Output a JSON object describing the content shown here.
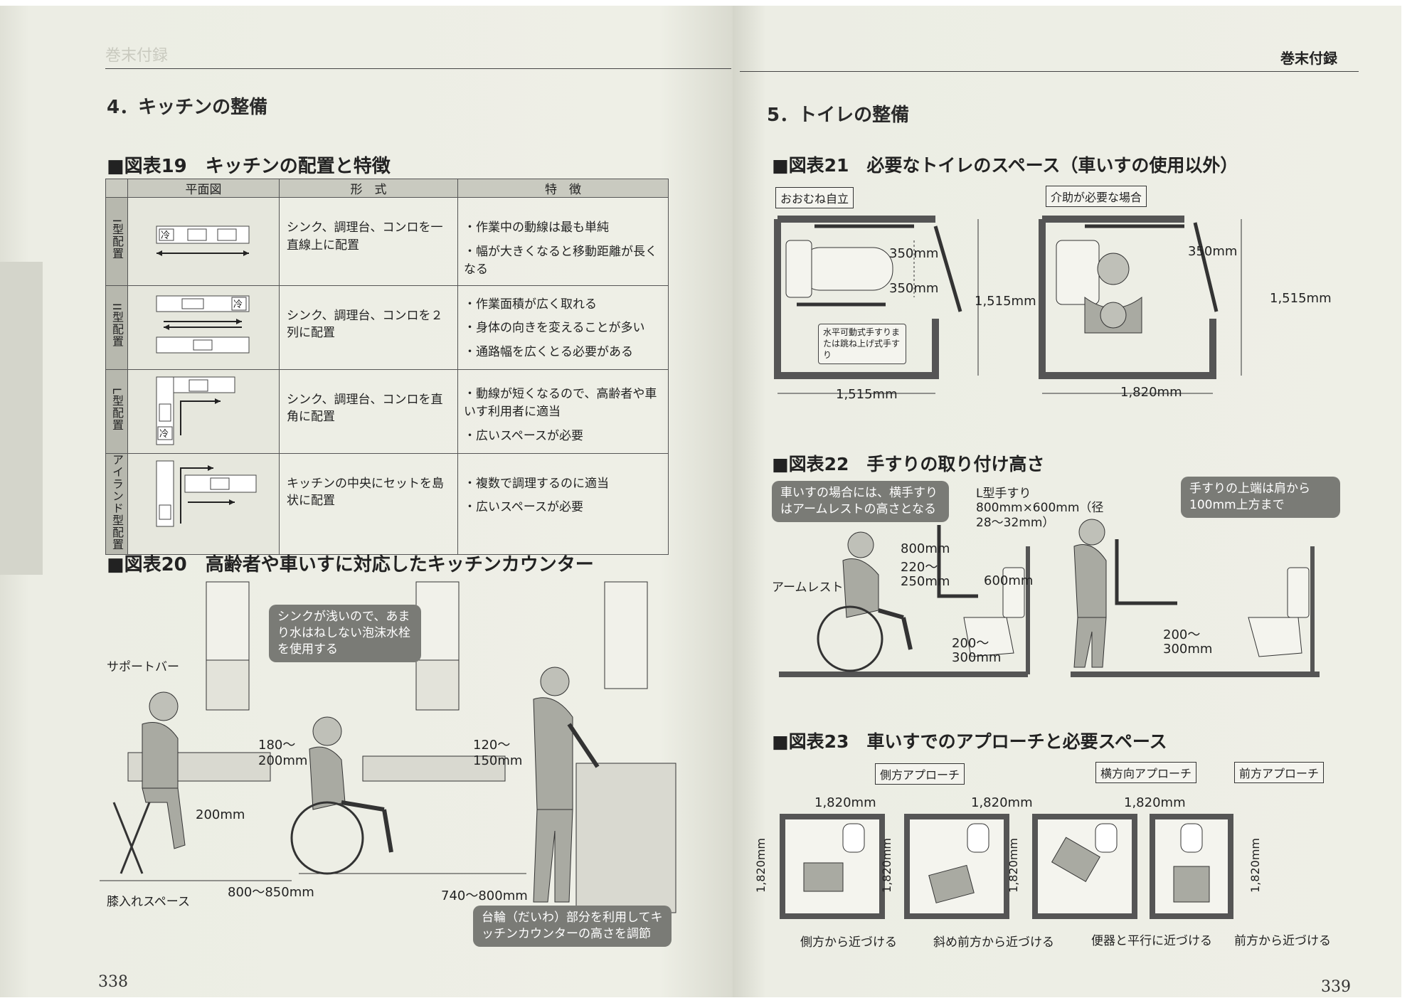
{
  "left_page": {
    "header_ghost": "巻末付録",
    "section_title": "4．キッチンの整備",
    "fig19": {
      "title": "■図表19　キッチンの配置と特徴",
      "headers": [
        "平面図",
        "形　式",
        "特　徴"
      ],
      "rows": [
        {
          "label": "I型配置",
          "form": "シンク、調理台、コンロを一直線上に配置",
          "features": [
            "・作業中の動線は最も単純",
            "・幅が大きくなると移動距離が長くなる"
          ]
        },
        {
          "label": "II型配置",
          "form": "シンク、調理台、コンロを２列に配置",
          "features": [
            "・作業面積が広く取れる",
            "・身体の向きを変えることが多い",
            "・通路幅を広くとる必要がある"
          ]
        },
        {
          "label": "L型配置",
          "form": "シンク、調理台、コンロを直角に配置",
          "features": [
            "・動線が短くなるので、高齢者や車いす利用者に適当",
            "・広いスペースが必要"
          ]
        },
        {
          "label": "アイランド型配置",
          "form": "キッチンの中央にセットを島状に配置",
          "features": [
            "・複数で調理するのに適当",
            "・広いスペースが必要"
          ]
        }
      ],
      "fridge_mark": "冷"
    },
    "fig20": {
      "title": "■図表20　高齢者や車いすに対応したキッチンカウンター",
      "callout_sink": "シンクが浅いので、あまり水はねしない泡沫水栓を使用する",
      "support_bar": "サポートバー",
      "dim_180_200": "180～200mm",
      "dim_200": "200mm",
      "knee_space": "膝入れスペース",
      "dim_800_850": "800～850mm",
      "dim_120_150": "120～150mm",
      "dim_740_800": "740～800mm",
      "callout_base": "台輪（だいわ）部分を利用してキッチンカウンターの高さを調節"
    },
    "page_number": "338"
  },
  "right_page": {
    "header": "巻末付録",
    "section_title": "5．トイレの整備",
    "fig21": {
      "title": "■図表21　必要なトイレのスペース（車いすの使用以外）",
      "tag_left": "おおむね自立",
      "tag_right": "介助が必要な場合",
      "dim_350_a": "350mm",
      "dim_350_b": "350mm",
      "dim_1515_h": "1,515mm",
      "dim_1515_w": "1,515mm",
      "rail_note": "水平可動式手すりまたは跳ね上げ式手すり",
      "dim_350_c": "350mm",
      "dim_1515_h2": "1,515mm",
      "dim_1820_w": "1,820mm"
    },
    "fig22": {
      "title": "■図表22　手すりの取り付け高さ",
      "callout_wheel": "車いすの場合には、横手すりはアームレストの高さとなる",
      "l_rail": "L型手すり800mm×600mm（径28～32mm）",
      "dim_800": "800mm",
      "dim_220_250": "220～250mm",
      "dim_600": "600mm",
      "armrest": "アームレスト",
      "dim_200_300_a": "200～300mm",
      "callout_top": "手すりの上端は肩から100mm上方まで",
      "dim_200_300_b": "200～300mm"
    },
    "fig23": {
      "title": "■図表23　車いすでのアプローチと必要スペース",
      "tags": [
        "側方アプローチ",
        "横方向アプローチ",
        "前方アプローチ"
      ],
      "dim_w": "1,820mm",
      "dim_h": "1,820mm",
      "captions": [
        "側方から近づける",
        "斜め前方から近づける",
        "便器と平行に近づける",
        "前方から近づける"
      ]
    },
    "page_number": "339"
  }
}
